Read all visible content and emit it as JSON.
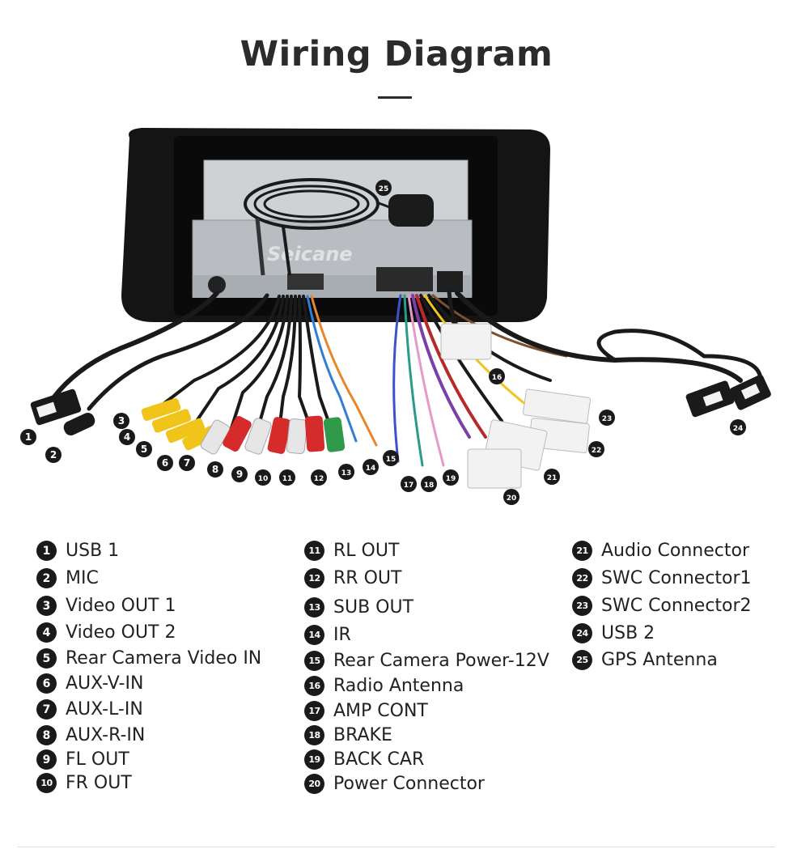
{
  "title": "Wiring Diagram",
  "watermark": "Seicane",
  "legend": [
    {
      "num": "1",
      "label": "USB 1"
    },
    {
      "num": "2",
      "label": "MIC"
    },
    {
      "num": "3",
      "label": "Video OUT 1"
    },
    {
      "num": "4",
      "label": "Video OUT 2"
    },
    {
      "num": "5",
      "label": "Rear Camera Video IN"
    },
    {
      "num": "6",
      "label": "AUX-V-IN"
    },
    {
      "num": "7",
      "label": "AUX-L-IN"
    },
    {
      "num": "8",
      "label": "AUX-R-IN"
    },
    {
      "num": "9",
      "label": "FL OUT"
    },
    {
      "num": "10",
      "label": "FR OUT"
    },
    {
      "num": "11",
      "label": "RL OUT"
    },
    {
      "num": "12",
      "label": "RR OUT"
    },
    {
      "num": "13",
      "label": "SUB OUT"
    },
    {
      "num": "14",
      "label": "IR"
    },
    {
      "num": "15",
      "label": "Rear Camera Power-12V"
    },
    {
      "num": "16",
      "label": "Radio Antenna"
    },
    {
      "num": "17",
      "label": "AMP CONT"
    },
    {
      "num": "18",
      "label": "BRAKE"
    },
    {
      "num": "19",
      "label": "BACK CAR"
    },
    {
      "num": "20",
      "label": "Power Connector"
    },
    {
      "num": "21",
      "label": "Audio Connector"
    },
    {
      "num": "22",
      "label": "SWC Connector1"
    },
    {
      "num": "23",
      "label": "SWC Connector2"
    },
    {
      "num": "24",
      "label": "USB 2"
    },
    {
      "num": "25",
      "label": "GPS Antenna"
    }
  ]
}
